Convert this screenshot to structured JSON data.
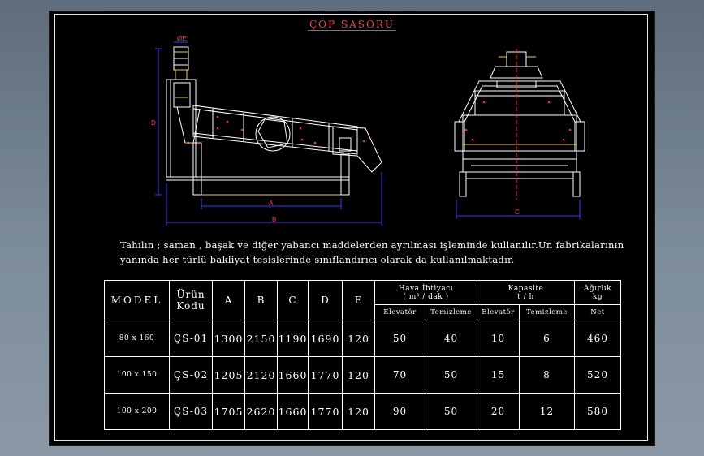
{
  "title": "ÇÖP SASÖRÜ",
  "drawing_labels": {
    "side_e": "ØE",
    "side_d": "D",
    "side_a": "A",
    "side_b": "B",
    "front_c": "C"
  },
  "description": {
    "line1": "Tahılın ; saman , başak ve diğer yabancı maddelerden ayrılması  işleminde  kullanılır.Un fabrikalarının",
    "line2": "yanında her türlü bakliyat tesislerinde sınıflandırıcı olarak da kullanılmaktadır."
  },
  "table": {
    "headers": {
      "model": "MODEL",
      "urun_kodu_line1": "Ürün",
      "urun_kodu_line2": "Kodu",
      "a": "A",
      "b": "B",
      "c": "C",
      "d": "D",
      "e": "E",
      "hava_line1": "Hava İhtiyacı",
      "hava_line2": "( m³ / dak )",
      "kapasite_line1": "Kapasite",
      "kapasite_line2": "t / h",
      "agirlik_line1": "Ağırlık",
      "agirlik_line2": "kg",
      "elevator": "Elevatör",
      "temizleme": "Temizleme",
      "net": "Net"
    },
    "rows": [
      {
        "model": "80 x 160",
        "kod": "ÇS-01",
        "a": "1300",
        "b": "2150",
        "c": "1190",
        "d": "1690",
        "e": "120",
        "hava_elev": "50",
        "hava_tem": "40",
        "kap_elev": "10",
        "kap_tem": "6",
        "net": "460"
      },
      {
        "model": "100 x 150",
        "kod": "ÇS-02",
        "a": "1205",
        "b": "2120",
        "c": "1660",
        "d": "1770",
        "e": "120",
        "hava_elev": "70",
        "hava_tem": "50",
        "kap_elev": "15",
        "kap_tem": "8",
        "net": "520"
      },
      {
        "model": "100 x 200",
        "kod": "ÇS-03",
        "a": "1705",
        "b": "2620",
        "c": "1660",
        "d": "1770",
        "e": "120",
        "hava_elev": "90",
        "hava_tem": "50",
        "kap_elev": "20",
        "kap_tem": "12",
        "net": "580"
      }
    ]
  }
}
